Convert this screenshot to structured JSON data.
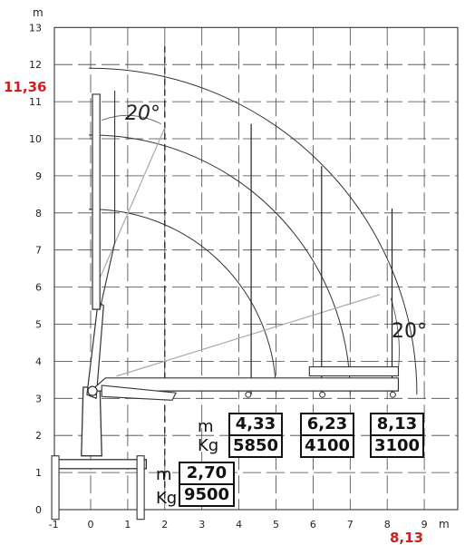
{
  "chart_data": {
    "type": "diagram",
    "x_unit": "m",
    "y_unit": "m",
    "x_ticks": [
      "-1",
      "0",
      "1",
      "2",
      "3",
      "4",
      "5",
      "6",
      "7",
      "8",
      "9"
    ],
    "y_ticks": [
      "0",
      "1",
      "2",
      "3",
      "4",
      "5",
      "6",
      "7",
      "8",
      "9",
      "10",
      "11",
      "12",
      "13"
    ],
    "xlim": [
      -1,
      10
    ],
    "ylim": [
      0,
      13
    ],
    "max_height": "11,36",
    "max_reach": "8,13",
    "boom_angle_top": "20°",
    "boom_angle_side": "20°",
    "load_labels": {
      "m": "m",
      "kg": "Kg"
    },
    "load_points": [
      {
        "reach": "2,70",
        "load": "9500",
        "x": 2.7
      },
      {
        "reach": "4,33",
        "load": "5850",
        "x": 4.33
      },
      {
        "reach": "6,23",
        "load": "4100",
        "x": 6.23
      },
      {
        "reach": "8,13",
        "load": "3100",
        "x": 8.13
      }
    ],
    "arc_radii": [
      5.0,
      7.0,
      8.8
    ],
    "grid": true
  }
}
